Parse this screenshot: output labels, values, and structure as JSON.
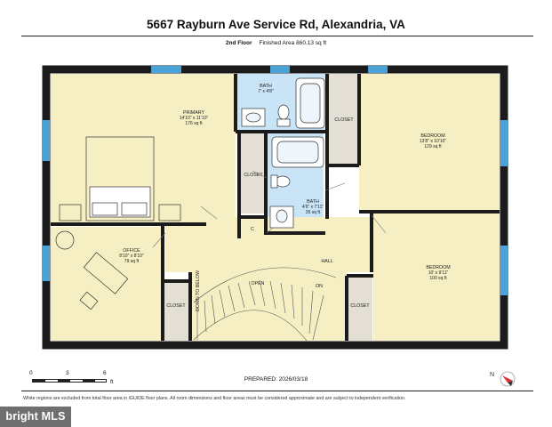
{
  "title": "5667 Rayburn Ave Service Rd, Alexandria, VA",
  "floor": {
    "name": "2nd Floor",
    "area": "Finished Area 860.13 sq ft"
  },
  "rooms": {
    "primary": {
      "name": "PRIMARY",
      "dims": "14'10\" x 11'10\"",
      "area": "176 sq ft"
    },
    "bath1": {
      "name": "BATH",
      "dims": "7' x 4'8\""
    },
    "closet_top": {
      "name": "CLOSET"
    },
    "bedroom1": {
      "name": "BEDROOM",
      "dims": "13'8\" x 10'10\"",
      "area": "129 sq ft"
    },
    "closet_mid": {
      "name": "CLOSET"
    },
    "bath2": {
      "name": "BATH",
      "dims": "4'6\" x 7'11\"",
      "area": "35 sq ft"
    },
    "c_closet": {
      "name": "C"
    },
    "office": {
      "name": "OFFICE",
      "dims": "8'10\" x 8'10\"",
      "area": "79 sq ft"
    },
    "hall": {
      "name": "HALL"
    },
    "open": {
      "name": "OPEN"
    },
    "on": {
      "name": "ON"
    },
    "down_to": {
      "name": "DOWN TO BELOW"
    },
    "bedroom2": {
      "name": "BEDROOM",
      "dims": "10' x 9'11\"",
      "area": "100 sq ft"
    },
    "closet_office": {
      "name": "CLOSET"
    },
    "closet_bed2": {
      "name": "CLOSET"
    }
  },
  "scale": {
    "ticks": [
      "0",
      "3",
      "6"
    ],
    "unit": "ft"
  },
  "prepared": "PREPARED: 2026/03/18",
  "disclaimer": "White regions are excluded from total floor area in iGUIDE floor plans. All room dimensions and floor areas must be considered approximate and are subject to independent verification.",
  "compass": {
    "label": "N"
  },
  "brand": "bright MLS",
  "colors": {
    "floor": "#f7efc4",
    "bath": "#c9e4f6",
    "closet": "#e4dfd4",
    "wall": "#1b1b1b",
    "window": "#4aa3d6"
  }
}
